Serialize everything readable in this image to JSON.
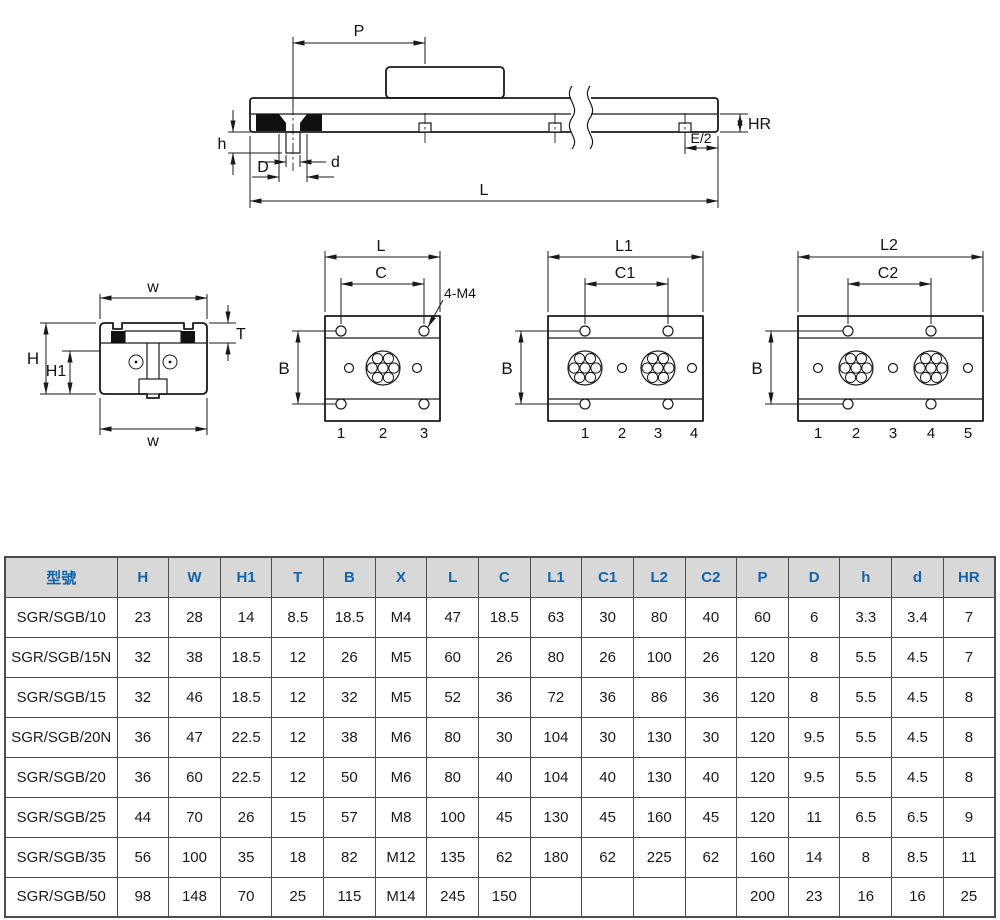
{
  "drawings": {
    "side_view": {
      "labels": {
        "p": "P",
        "hr": "HR",
        "h": "h",
        "big_d": "D",
        "small_d": "d",
        "e_half": "E/2",
        "l": "L"
      }
    },
    "cross_section": {
      "labels": {
        "w_top": "w",
        "h": "H",
        "h1": "H1",
        "t": "T",
        "w_bottom": "w"
      }
    },
    "hole_pattern_short": {
      "labels": {
        "length": "L",
        "pitch": "C",
        "thread_callout": "4-M4",
        "width": "B"
      },
      "positions": [
        "1",
        "2",
        "3"
      ]
    },
    "hole_pattern_medium": {
      "labels": {
        "length": "L1",
        "pitch": "C1",
        "width": "B"
      },
      "positions": [
        "1",
        "2",
        "3",
        "4"
      ]
    },
    "hole_pattern_long": {
      "labels": {
        "length": "L2",
        "pitch": "C2",
        "width": "B"
      },
      "positions": [
        "1",
        "2",
        "3",
        "4",
        "5"
      ]
    }
  },
  "table": {
    "headers": [
      "型號",
      "H",
      "W",
      "H1",
      "T",
      "B",
      "X",
      "L",
      "C",
      "L1",
      "C1",
      "L2",
      "C2",
      "P",
      "D",
      "h",
      "d",
      "HR"
    ],
    "rows": [
      [
        "SGR/SGB/10",
        "23",
        "28",
        "14",
        "8.5",
        "18.5",
        "M4",
        "47",
        "18.5",
        "63",
        "30",
        "80",
        "40",
        "60",
        "6",
        "3.3",
        "3.4",
        "7"
      ],
      [
        "SGR/SGB/15N",
        "32",
        "38",
        "18.5",
        "12",
        "26",
        "M5",
        "60",
        "26",
        "80",
        "26",
        "100",
        "26",
        "120",
        "8",
        "5.5",
        "4.5",
        "7"
      ],
      [
        "SGR/SGB/15",
        "32",
        "46",
        "18.5",
        "12",
        "32",
        "M5",
        "52",
        "36",
        "72",
        "36",
        "86",
        "36",
        "120",
        "8",
        "5.5",
        "4.5",
        "8"
      ],
      [
        "SGR/SGB/20N",
        "36",
        "47",
        "22.5",
        "12",
        "38",
        "M6",
        "80",
        "30",
        "104",
        "30",
        "130",
        "30",
        "120",
        "9.5",
        "5.5",
        "4.5",
        "8"
      ],
      [
        "SGR/SGB/20",
        "36",
        "60",
        "22.5",
        "12",
        "50",
        "M6",
        "80",
        "40",
        "104",
        "40",
        "130",
        "40",
        "120",
        "9.5",
        "5.5",
        "4.5",
        "8"
      ],
      [
        "SGR/SGB/25",
        "44",
        "70",
        "26",
        "15",
        "57",
        "M8",
        "100",
        "45",
        "130",
        "45",
        "160",
        "45",
        "120",
        "11",
        "6.5",
        "6.5",
        "9"
      ],
      [
        "SGR/SGB/35",
        "56",
        "100",
        "35",
        "18",
        "82",
        "M12",
        "135",
        "62",
        "180",
        "62",
        "225",
        "62",
        "160",
        "14",
        "8",
        "8.5",
        "11"
      ],
      [
        "SGR/SGB/50",
        "98",
        "148",
        "70",
        "25",
        "115",
        "M14",
        "245",
        "150",
        "",
        "",
        "",
        "",
        "200",
        "23",
        "16",
        "16",
        "25"
      ]
    ]
  },
  "colors": {
    "header_background": "#d8d8d8",
    "header_text": "#1664a8",
    "line_color": "#1a1a1a"
  }
}
